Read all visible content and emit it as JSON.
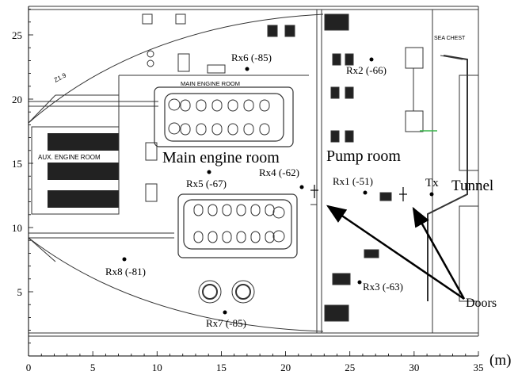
{
  "axes": {
    "x_ticks": [
      "0",
      "5",
      "10",
      "15",
      "20",
      "25",
      "30",
      "35"
    ],
    "x_unit": "(m)",
    "y_ticks": [
      "25",
      "20",
      "15",
      "10",
      "5"
    ]
  },
  "floorplan_labels": {
    "main_engine_room_small": "MAIN  ENGINE  ROOM",
    "aux_engine_room": "AUX.  ENGINE  ROOM",
    "sea_chest": "SEA\nCHEST",
    "z_marker": "Z1.9"
  },
  "region_labels": {
    "main_engine_room": "Main engine room",
    "pump_room": "Pump room",
    "tunnel": "Tunnel",
    "doors": "Doors"
  },
  "nodes": [
    {
      "label": "Rx6 (-85)"
    },
    {
      "label": "Rx2 (-66)"
    },
    {
      "label": "Rx5 (-67)"
    },
    {
      "label": "Rx4 (-62)"
    },
    {
      "label": "Rx1 (-51)"
    },
    {
      "label": "Tx"
    },
    {
      "label": "Rx8 (-81)"
    },
    {
      "label": "Rx3 (-63)"
    },
    {
      "label": "Rx7 (-85)"
    }
  ],
  "colors": {
    "line": "#333333",
    "ink": "#000000",
    "accent_green": "#39b54a"
  }
}
